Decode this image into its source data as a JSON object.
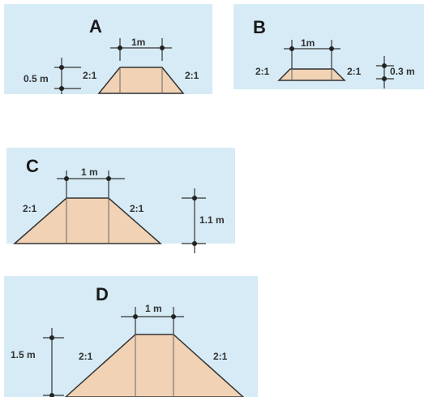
{
  "panels": [
    {
      "id": "A",
      "top_width": "1m",
      "height": "0.5 m",
      "left_slope": "2:1",
      "right_slope": "2:1"
    },
    {
      "id": "B",
      "top_width": "1m",
      "height": "0.3 m",
      "left_slope": "2:1",
      "right_slope": "2:1"
    },
    {
      "id": "C",
      "top_width": "1 m",
      "height": "1.1 m",
      "left_slope": "2:1",
      "right_slope": "2:1"
    },
    {
      "id": "D",
      "top_width": "1 m",
      "height": "1.5 m",
      "left_slope": "2:1",
      "right_slope": "2:1"
    }
  ],
  "colors": {
    "panel_bg": "#d6ebf6",
    "fill": "#f1d2b4",
    "line": "#333333"
  }
}
